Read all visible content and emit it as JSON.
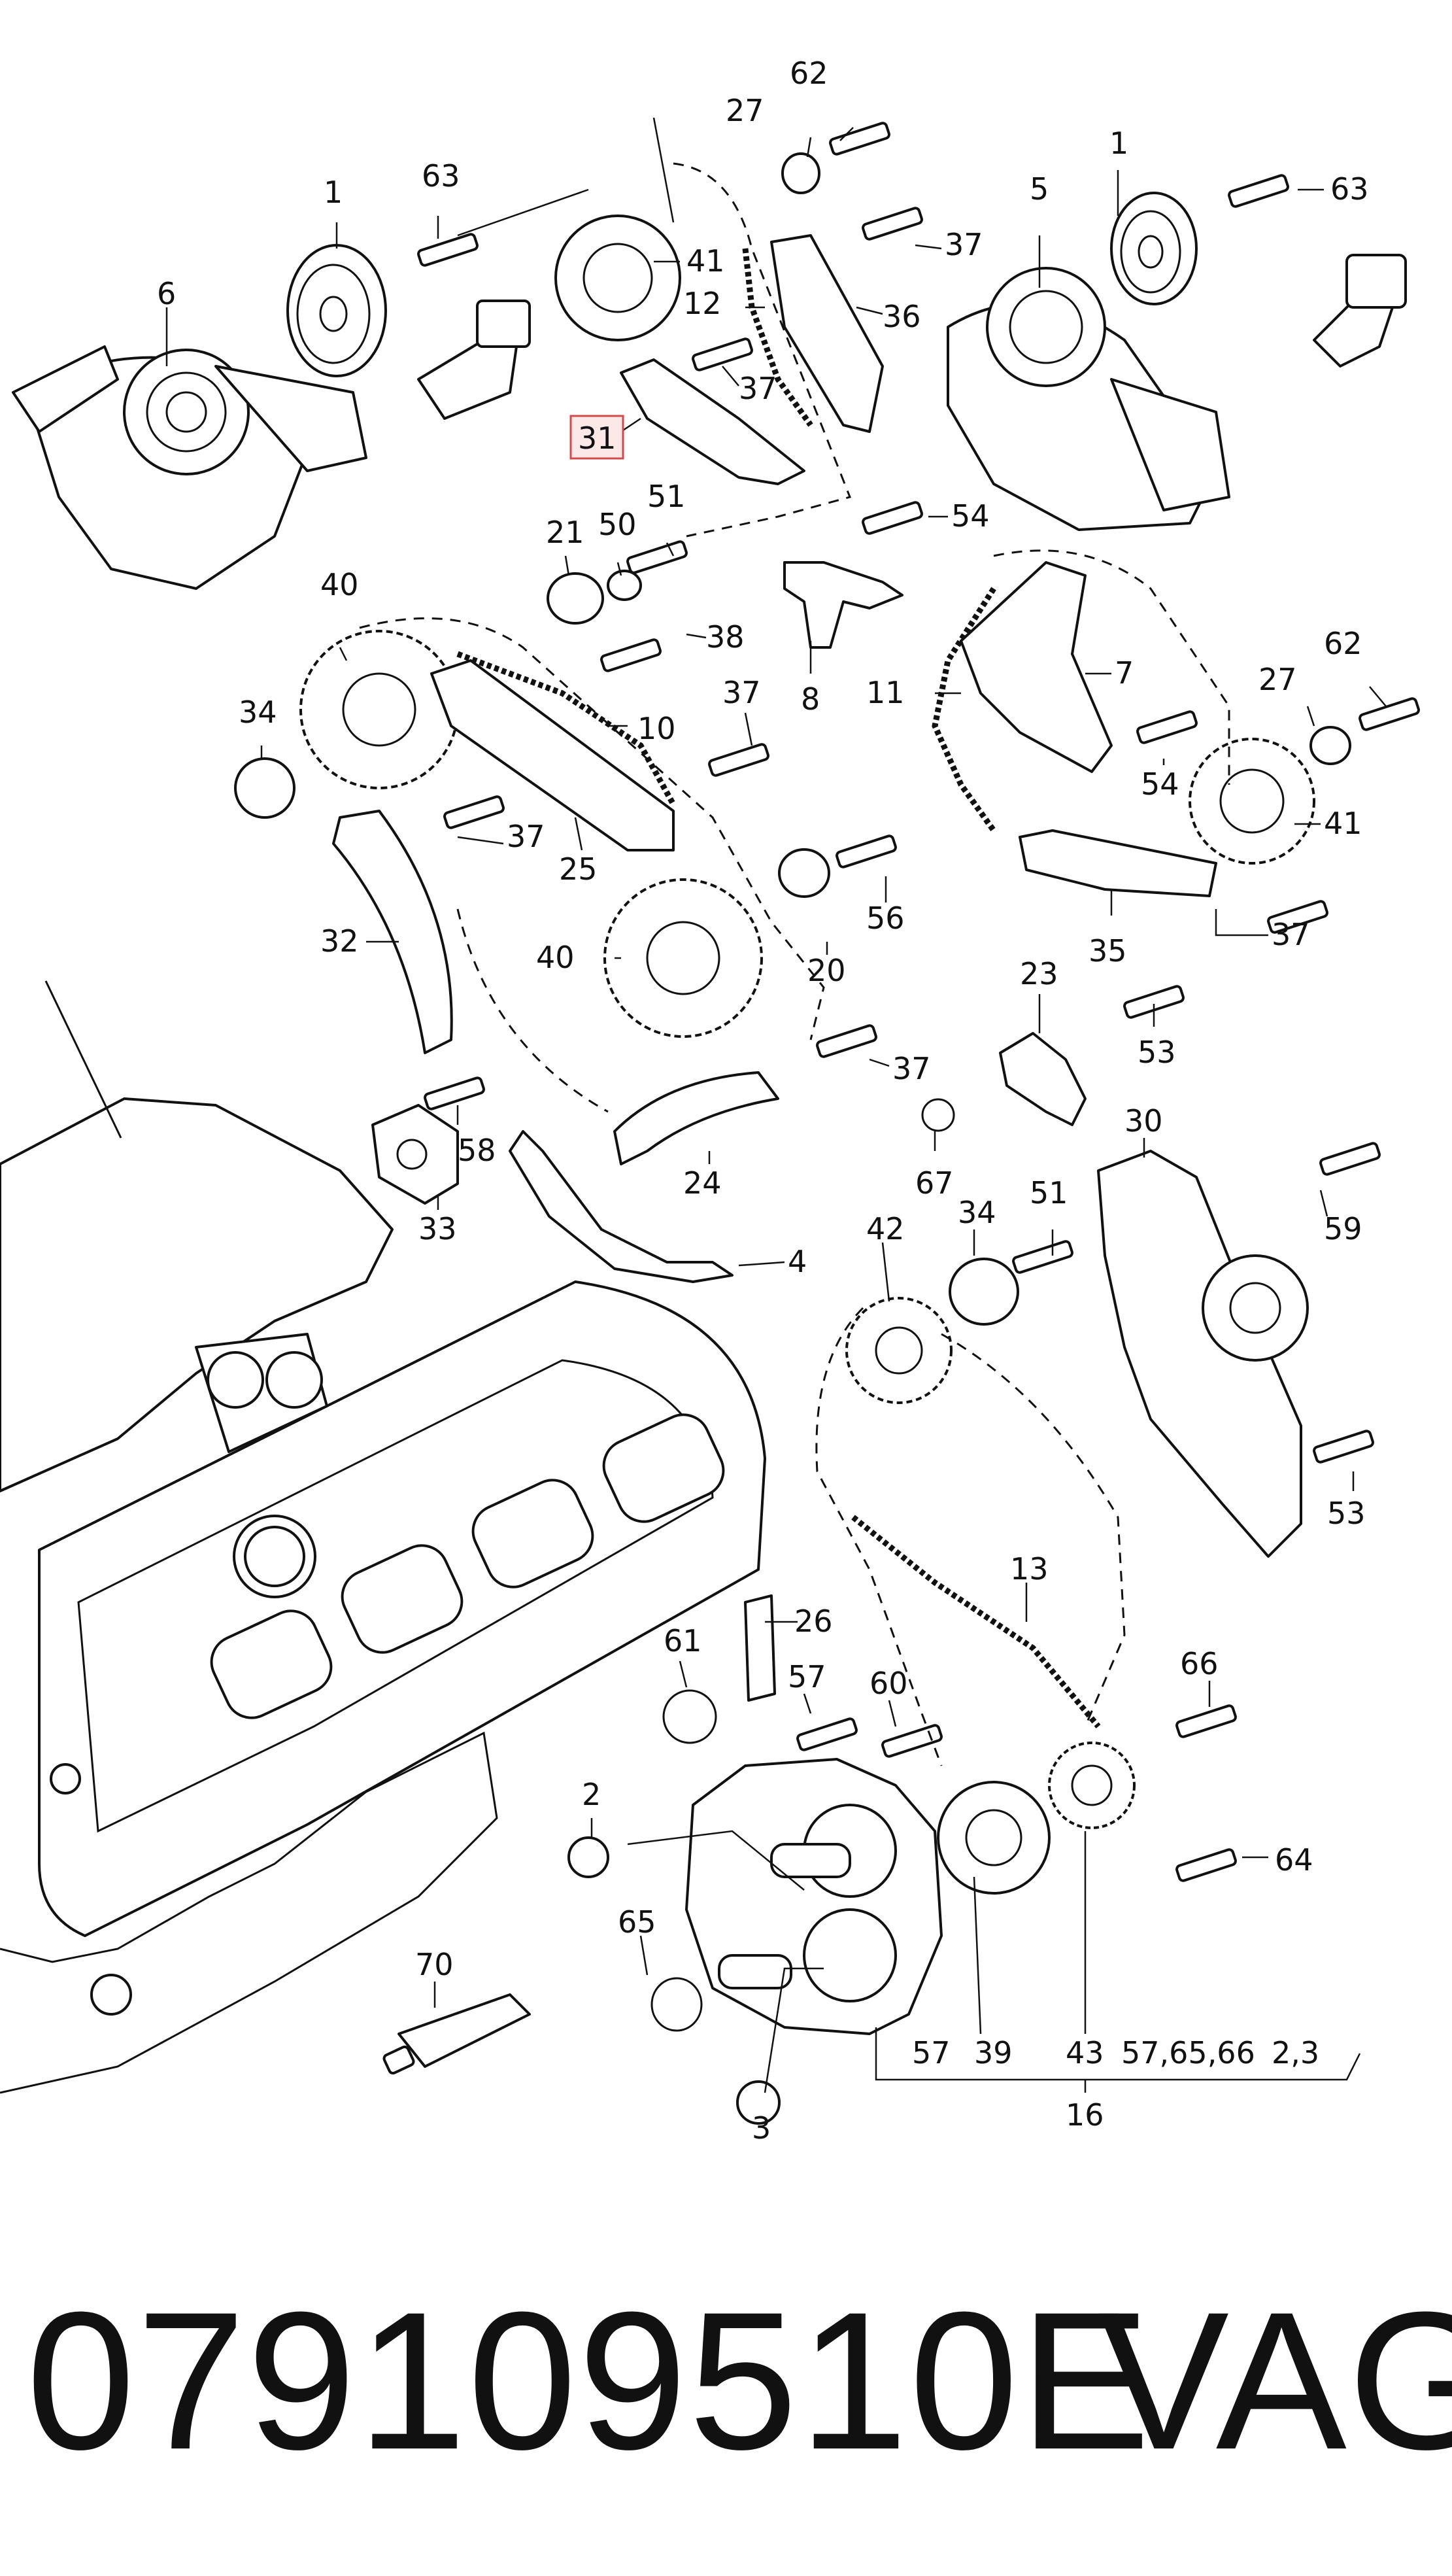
{
  "callouts": [
    {
      "id": "c62a",
      "label": "62"
    },
    {
      "id": "c27a",
      "label": "27"
    },
    {
      "id": "c1a",
      "label": "1"
    },
    {
      "id": "c63a",
      "label": "63"
    },
    {
      "id": "c6",
      "label": "6"
    },
    {
      "id": "c41a",
      "label": "41"
    },
    {
      "id": "c12",
      "label": "12"
    },
    {
      "id": "c36",
      "label": "36"
    },
    {
      "id": "c37a",
      "label": "37"
    },
    {
      "id": "c37b",
      "label": "37"
    },
    {
      "id": "c31",
      "label": "31"
    },
    {
      "id": "c1b",
      "label": "1"
    },
    {
      "id": "c5",
      "label": "5"
    },
    {
      "id": "c63b",
      "label": "63"
    },
    {
      "id": "c21",
      "label": "21"
    },
    {
      "id": "c50",
      "label": "50"
    },
    {
      "id": "c51a",
      "label": "51"
    },
    {
      "id": "c54a",
      "label": "54"
    },
    {
      "id": "c40a",
      "label": "40"
    },
    {
      "id": "c38",
      "label": "38"
    },
    {
      "id": "c8",
      "label": "8"
    },
    {
      "id": "c11",
      "label": "11"
    },
    {
      "id": "c7",
      "label": "7"
    },
    {
      "id": "c62b",
      "label": "62"
    },
    {
      "id": "c34a",
      "label": "34"
    },
    {
      "id": "c10",
      "label": "10"
    },
    {
      "id": "c37c",
      "label": "37"
    },
    {
      "id": "c27b",
      "label": "27"
    },
    {
      "id": "c54b",
      "label": "54"
    },
    {
      "id": "c41b",
      "label": "41"
    },
    {
      "id": "c37d",
      "label": "37"
    },
    {
      "id": "c25",
      "label": "25"
    },
    {
      "id": "c56",
      "label": "56"
    },
    {
      "id": "c32",
      "label": "32"
    },
    {
      "id": "c40b",
      "label": "40"
    },
    {
      "id": "c20",
      "label": "20"
    },
    {
      "id": "c35",
      "label": "35"
    },
    {
      "id": "c37e",
      "label": "37"
    },
    {
      "id": "c23",
      "label": "23"
    },
    {
      "id": "c37f",
      "label": "37"
    },
    {
      "id": "c53a",
      "label": "53"
    },
    {
      "id": "c58",
      "label": "58"
    },
    {
      "id": "c30",
      "label": "30"
    },
    {
      "id": "c67",
      "label": "67"
    },
    {
      "id": "c33",
      "label": "33"
    },
    {
      "id": "c24",
      "label": "24"
    },
    {
      "id": "c34b",
      "label": "34"
    },
    {
      "id": "c51b",
      "label": "51"
    },
    {
      "id": "c59",
      "label": "59"
    },
    {
      "id": "c42",
      "label": "42"
    },
    {
      "id": "c4",
      "label": "4"
    },
    {
      "id": "c53b",
      "label": "53"
    },
    {
      "id": "c13",
      "label": "13"
    },
    {
      "id": "c26",
      "label": "26"
    },
    {
      "id": "c61",
      "label": "61"
    },
    {
      "id": "c66a",
      "label": "66"
    },
    {
      "id": "c57a",
      "label": "57"
    },
    {
      "id": "c60",
      "label": "60"
    },
    {
      "id": "c2",
      "label": "2"
    },
    {
      "id": "c64",
      "label": "64"
    },
    {
      "id": "c65",
      "label": "65"
    },
    {
      "id": "c70",
      "label": "70"
    },
    {
      "id": "c57b",
      "label": "57"
    },
    {
      "id": "c39",
      "label": "39"
    },
    {
      "id": "c43",
      "label": "43"
    },
    {
      "id": "c576566",
      "label": "57,65,66"
    },
    {
      "id": "c23b",
      "label": "2,3"
    },
    {
      "id": "c3",
      "label": "3"
    },
    {
      "id": "c16",
      "label": "16"
    }
  ],
  "highlighted_callout": "31",
  "footer": {
    "part_number": "079109510E",
    "brand": "VAG"
  }
}
